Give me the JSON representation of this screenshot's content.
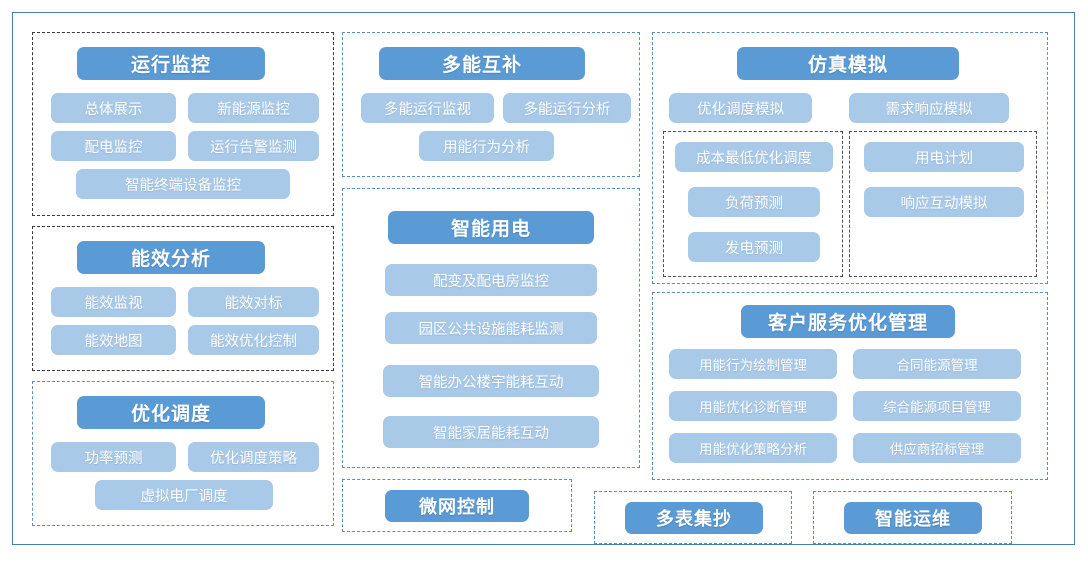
{
  "diagram": {
    "title_present": false,
    "colors": {
      "header_pill": "#5b9bd5",
      "item_pill": "#a9c9e8",
      "outer_border": "#4a7fb5",
      "group_border_blue": "#5b8fc4",
      "group_border_dark": "#3a3a3a",
      "text_on_pill": "#ffffff"
    },
    "columns": [
      {
        "id": "left",
        "groups": [
          {
            "id": "operation-monitoring",
            "header": "运行监控",
            "items": [
              "总体展示",
              "新能源监控",
              "配电监控",
              "运行告警监测",
              "智能终端设备监控"
            ]
          },
          {
            "id": "energy-efficiency-analysis",
            "header": "能效分析",
            "items": [
              "能效监视",
              "能效对标",
              "能效地图",
              "能效优化控制"
            ]
          },
          {
            "id": "optimized-dispatch",
            "header": "优化调度",
            "items": [
              "功率预测",
              "优化调度策略",
              "虚拟电厂调度"
            ]
          }
        ]
      },
      {
        "id": "middle",
        "groups": [
          {
            "id": "multi-energy-complementarity",
            "header": "多能互补",
            "items": [
              "多能运行监视",
              "多能运行分析",
              "用能行为分析"
            ]
          },
          {
            "id": "smart-electricity-use",
            "header": "智能用电",
            "items": [
              "配变及配电房监控",
              "园区公共设施能耗监测",
              "智能办公楼宇能耗互动",
              "智能家居能耗互动"
            ]
          },
          {
            "id": "microgrid-control",
            "header": "微网控制",
            "items": []
          }
        ]
      },
      {
        "id": "right",
        "groups": [
          {
            "id": "simulation",
            "header": "仿真模拟",
            "items": [
              "优化调度模拟",
              "需求响应模拟"
            ],
            "subgroups": [
              {
                "id": "simulation-dispatch",
                "items": [
                  "成本最低优化调度",
                  "负荷预测",
                  "发电预测"
                ]
              },
              {
                "id": "simulation-demand-response",
                "items": [
                  "用电计划",
                  "响应互动模拟"
                ]
              }
            ]
          },
          {
            "id": "customer-service-optimization",
            "header": "客户服务优化管理",
            "items": [
              "用能行为绘制管理",
              "合同能源管理",
              "用能优化诊断管理",
              "综合能源项目管理",
              "用能优化策略分析",
              "供应商招标管理"
            ]
          },
          {
            "id": "multi-meter-reading",
            "header": "多表集抄",
            "items": []
          },
          {
            "id": "smart-operation-maintenance",
            "header": "智能运维",
            "items": []
          }
        ]
      }
    ]
  }
}
